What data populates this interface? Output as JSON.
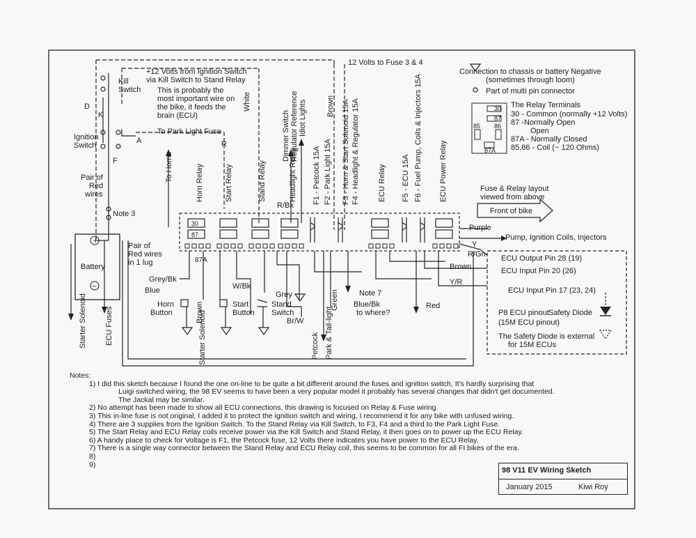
{
  "labels": {
    "twelve_volts_fuse": "12 Volts to Fuse 3 & 4",
    "kill_switch_1": "Kill",
    "kill_switch_2": "Switch",
    "ign_note_1": "+12 Volts from Ignition Switch",
    "ign_note_2": "via Kill Switch to Stand Relay",
    "ign_note_3": "This is probably the",
    "ign_note_4": "most important wire on",
    "ign_note_5": "the bike, it feeds the",
    "ign_note_6": "brain (ECU)",
    "white": "White",
    "dimmer": "Dimmer Switch",
    "regulator_ref": "Regulator Reference",
    "idiot_lights": "Idiot Lights",
    "brown_top": "Brown",
    "letter_d": "D",
    "letter_k": "K",
    "ignition_1": "Ignition",
    "ignition_2": "Switch",
    "letter_a": "A",
    "letter_f": "F",
    "letter_r": "R",
    "to_park": "To Park Light Fuse",
    "to_horns": "To Horns",
    "horn_relay": "Horn Relay",
    "start_relay": "Start Relay",
    "stand_relay": "Stand Relay",
    "headlight_relay": "Headlight Relay",
    "f1": "F1 - Petcock 15A",
    "f2": "F2 - Park Light 15A",
    "f3": "F3 - Horn & Start Solenoid 15A",
    "f4": "F4 - Headlight & Regulator 15A",
    "ecu_relay": "ECU Relay",
    "f5": "F5 - ECU 15A",
    "f6": "F6 - Fuel Pump, Coils & Injectors 15A",
    "ecu_power_relay": "ECU Power Relay",
    "pair_red_1": "Pair of",
    "pair_red_2": "Red",
    "pair_red_3": "wires",
    "note3": "Note 3",
    "rbk": "R/Bk",
    "term30": "30",
    "term87": "87",
    "term87a": "87A",
    "battery": "Battery",
    "plus": "+",
    "minus": "−",
    "pair_lug_1": "Pair of",
    "pair_lug_2": "Red wires",
    "pair_lug_3": "in 1 lug",
    "grey_bk": "Grey/Bk",
    "blue": "Blue",
    "w_bk": "W/Bk",
    "grey": "Grey",
    "note7": "Note 7",
    "green": "Green",
    "blue_bk": "Blue/Bk",
    "to_where": "to where?",
    "red": "Red",
    "br_w": "Br/W",
    "horn_button_1": "Horn",
    "horn_button_2": "Button",
    "brown_vert": "Brown",
    "start_button_1": "Start",
    "start_button_2": "Button",
    "stand_switch_1": "Stand",
    "stand_switch_2": "Switch",
    "starter_sol_left": "Starter Solenoid",
    "ecu_fuses": "ECU Fuses",
    "starter_sol_mid": "Starter Solenoid",
    "petcock": "Petcock",
    "park_tail": "Park & Tail-light",
    "legend_ground_1": "Connection to chassis or battery Negative",
    "legend_ground_2": "(sometimes through loom)",
    "legend_conn": "Part of multi pin connector",
    "relay_terms_title": "The Relay Terminals",
    "relay_t30": "30 - Common (normally +12 Volts)",
    "relay_t87_1": "87 -Normally Open",
    "relay_t87_2": "Open",
    "relay_t87a": "87A - Normally Closed",
    "relay_coil": "85,86 - Coil (~ 120 Ohms)",
    "rly_30": "30",
    "rly_87": "87",
    "rly_85": "85",
    "rly_86": "86",
    "rly_87a": "87A",
    "layout_1": "Fuse & Relay layout",
    "layout_2": "viewed from above",
    "front_of_bike": "Front of bike",
    "purple": "Purple",
    "pump": "Pump, Ignition Coils, Injectors",
    "y": "Y",
    "r_gn": "R/Gn",
    "ecu_out_28": "ECU Output Pin 28 (19)",
    "brown_r": "Brown",
    "ecu_in_20": "ECU Input Pin 20 (26)",
    "y_r": "Y/R",
    "ecu_in_17": "ECU Input Pin 17 (23, 24)",
    "p8_1": "P8 ECU pinout",
    "p8_2": "(15M ECU pinout)",
    "safety_diode": "Safety Diode",
    "ext_1": "The Safety Diode is external",
    "ext_2": "for 15M ECUs"
  },
  "notes": {
    "header": "Notes:",
    "n1a": "1) I did this sketch because I found the one on-line to be quite a bit different around the fuses and ignition switch, It's hardly surprising that",
    "n1b": "Luigi switched wiring, the 98 EV seems to have been a very popular model it probably has several changes that didn't get documented.",
    "n1c": "The Jackal may be similar.",
    "n2": "2) No attempt has been made to show all ECU connections, this drawing is focused on Relay & Fuse wiring.",
    "n3": "3) This in-line fuse is not original, I added it to protect the ignition switch and wiring, I recommend it for any bike with unfused wiring.",
    "n4": "4) There are 3 supplies from the Ignition Switch. To the Stand Relay via Kill Switch, to F3, F4 and a third to the Park Light Fuse.",
    "n5": "5) The Start Relay and ECU Relay coils receive power via the Kill Switch and Stand Relay, it then goes on to power up the ECU Relay.",
    "n6": "6) A handy place to check for Voltage is F1, the Petcock fuse, 12 Volts there indicates you have power to the ECU Relay.",
    "n7": "7) There is a single way connector between the Stand Relay and ECU Relay coil, this seems to be common for all FI bikes of the era.",
    "n8": "8)",
    "n9": "9)"
  },
  "title_block": {
    "title": "98 V11 EV Wiring Sketch",
    "date": "January 2015",
    "author": "Kiwi Roy"
  }
}
